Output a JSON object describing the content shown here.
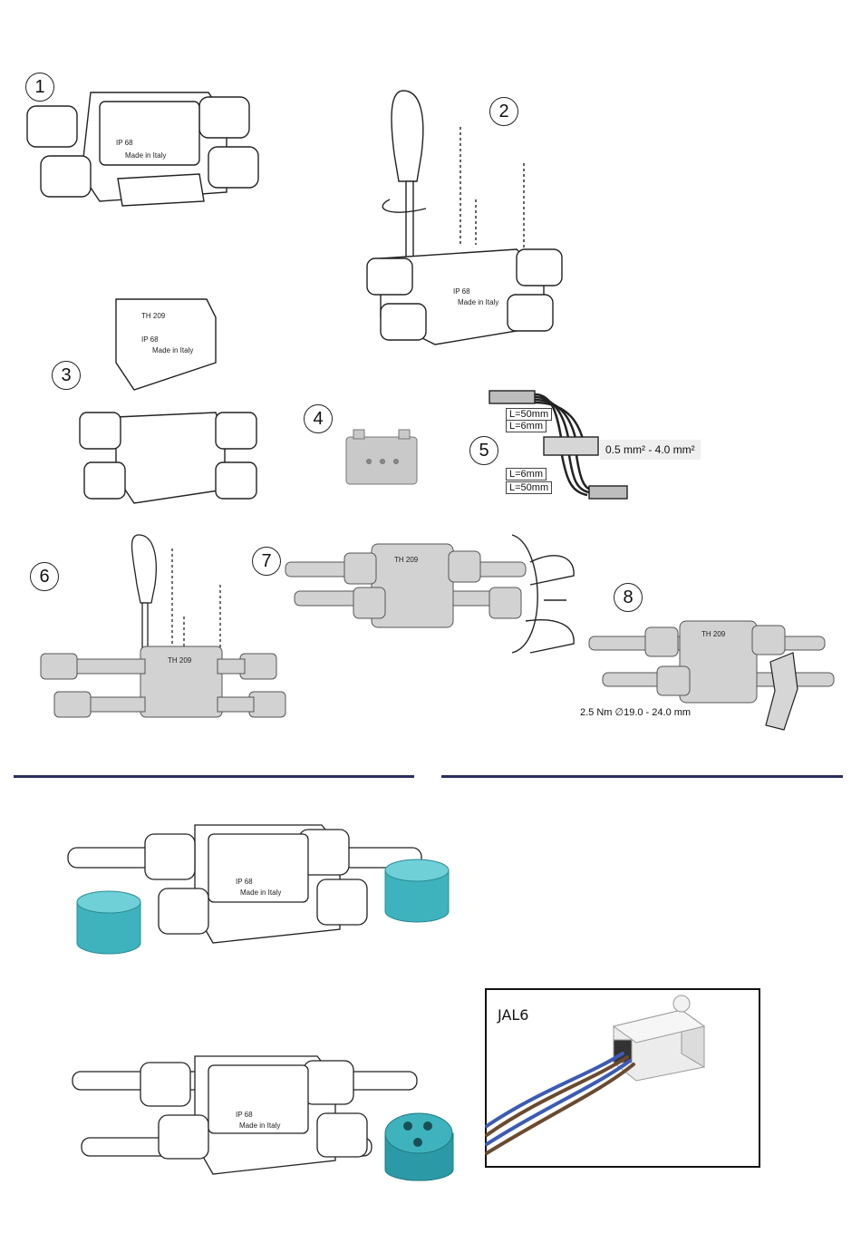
{
  "steps": {
    "s1": "1",
    "s2": "2",
    "s3": "3",
    "s4": "4",
    "s5": "5",
    "s6": "6",
    "s7": "7",
    "s8": "8"
  },
  "box_markings": {
    "ip": "IP 68",
    "made_in": "Made in Italy",
    "model": "TH 209"
  },
  "step5": {
    "strip_top_outer": "L=50mm",
    "strip_top_inner": "L=6mm",
    "strip_bottom_inner": "L=6mm",
    "strip_bottom_outer": "L=50mm",
    "wire_section": "0.5 mm² - 4.0 mm²"
  },
  "step8": {
    "torque_spec": "2.5 Nm ∅19.0 - 24.0 mm"
  },
  "product_box": {
    "title": "JAL6"
  },
  "colors": {
    "rule": "#2b2f5e",
    "plug_teal": "#3fb3bd",
    "wire_blue": "#3b5bb5",
    "wire_brown": "#6b4a2e"
  }
}
